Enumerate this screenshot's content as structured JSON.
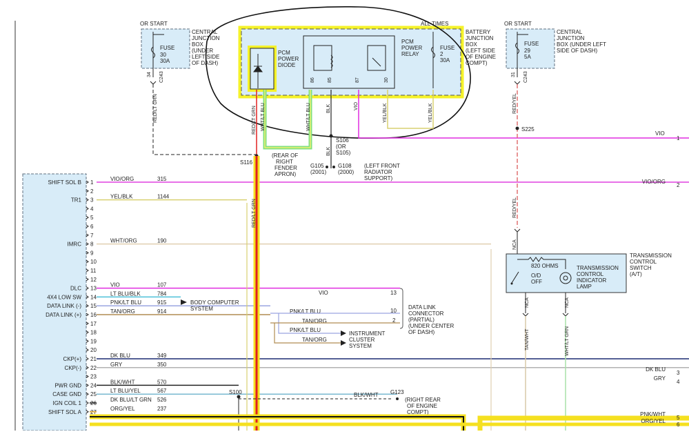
{
  "colors": {
    "vio": "#e02ce0",
    "vio_org": "#e040e0",
    "yel_blk": "#d8d070",
    "wht_org": "#e0cfb0",
    "lt_blu_blk": "#4cc0d8",
    "pnk_lt_blu": "#9aa4e0",
    "tan_org": "#b08c50",
    "dk_blu": "#1a2a70",
    "gry": "#b0b0b0",
    "red_lt_grn": "#e02020",
    "wht_lt_grn": "#a8e0a8",
    "tan_wht": "#d8c8a8",
    "highlight": "#f5f22a",
    "box_fill": "#d8ecf8",
    "box_edge": "#607080"
  },
  "top_left_junction": {
    "or_start": "OR START",
    "fuse_name": "FUSE",
    "fuse_num": "30",
    "fuse_amp": "30A",
    "box_label": [
      "CENTRAL",
      "JUNCTION",
      "BOX",
      "(UNDER",
      "LEFT SIDE",
      "OF DASH)"
    ],
    "pin": "34",
    "conn": "C243",
    "wire": "RED/LT GRN"
  },
  "battery_junction": {
    "all_times": "ALL TIMES",
    "diode_label": [
      "PCM",
      "POWER",
      "DIODE"
    ],
    "relay_label": [
      "PCM",
      "POWER",
      "RELAY"
    ],
    "fuse_name": "FUSE",
    "fuse_num": "2",
    "fuse_amp": "30A",
    "box_label": [
      "BATTERY",
      "JUNCTION",
      "BOX",
      "(LEFT SIDE",
      "OF ENGINE",
      "COMPT)"
    ],
    "pins": [
      "86",
      "85",
      "87",
      "30"
    ],
    "wires": [
      "RED/LT GRN",
      "WHT/LT BLU",
      "WHT/LT BLU",
      "BLK",
      "VIO",
      "YEL/BLK",
      "YEL/BLK"
    ]
  },
  "top_right_junction": {
    "or_start": "OR START",
    "fuse_name": "FUSE",
    "fuse_num": "29",
    "fuse_amp": "5A",
    "box_label": [
      "CENTRAL",
      "JUNCTION",
      "BOX (UNDER LEFT",
      "SIDE OF DASH)"
    ],
    "pin": "31",
    "conn": "C243",
    "wire": "RED/YEL",
    "splice": "S225",
    "splice_wire": "VIO"
  },
  "grounds": {
    "s116": "S116",
    "rear_fender": [
      "(REAR OF",
      "RIGHT",
      "FENDER",
      "APRON)"
    ],
    "s106": [
      "S106",
      "(OR",
      "S105)"
    ],
    "blk": "BLK",
    "g105": [
      "G105",
      "(2001)"
    ],
    "g108": [
      "G108",
      "(2000)"
    ],
    "radiator": [
      "(LEFT FRONT",
      "RADIATOR",
      "SUPPORT)"
    ]
  },
  "pcm_pins": [
    {
      "n": "1",
      "name": "SHIFT SOL B",
      "wire": "VIO/ORG",
      "circuit": "315"
    },
    {
      "n": "2",
      "name": "",
      "wire": "",
      "circuit": ""
    },
    {
      "n": "3",
      "name": "TR1",
      "wire": "YEL/BLK",
      "circuit": "1144"
    },
    {
      "n": "4",
      "name": "",
      "wire": "",
      "circuit": ""
    },
    {
      "n": "5",
      "name": "",
      "wire": "",
      "circuit": ""
    },
    {
      "n": "6",
      "name": "",
      "wire": "",
      "circuit": ""
    },
    {
      "n": "7",
      "name": "",
      "wire": "",
      "circuit": ""
    },
    {
      "n": "8",
      "name": "IMRC",
      "wire": "WHT/ORG",
      "circuit": "190"
    },
    {
      "n": "9",
      "name": "",
      "wire": "",
      "circuit": ""
    },
    {
      "n": "10",
      "name": "",
      "wire": "",
      "circuit": ""
    },
    {
      "n": "11",
      "name": "",
      "wire": "",
      "circuit": ""
    },
    {
      "n": "12",
      "name": "",
      "wire": "",
      "circuit": ""
    },
    {
      "n": "13",
      "name": "DLC",
      "wire": "VIO",
      "circuit": "107"
    },
    {
      "n": "14",
      "name": "4X4 LOW SW",
      "wire": "LT BLU/BLK",
      "circuit": "784"
    },
    {
      "n": "15",
      "name": "DATA LINK (-)",
      "wire": "PNK/LT BLU",
      "circuit": "915"
    },
    {
      "n": "16",
      "name": "DATA LINK (+)",
      "wire": "TAN/ORG",
      "circuit": "914"
    },
    {
      "n": "17",
      "name": "",
      "wire": "",
      "circuit": ""
    },
    {
      "n": "18",
      "name": "",
      "wire": "",
      "circuit": ""
    },
    {
      "n": "19",
      "name": "",
      "wire": "",
      "circuit": ""
    },
    {
      "n": "20",
      "name": "",
      "wire": "",
      "circuit": ""
    },
    {
      "n": "21",
      "name": "CKP(+)",
      "wire": "DK BLU",
      "circuit": "349"
    },
    {
      "n": "22",
      "name": "CKP(-)",
      "wire": "GRY",
      "circuit": "350"
    },
    {
      "n": "23",
      "name": "",
      "wire": "",
      "circuit": ""
    },
    {
      "n": "24",
      "name": "PWR GND",
      "wire": "BLK/WHT",
      "circuit": "570"
    },
    {
      "n": "25",
      "name": "CASE GND",
      "wire": "LT BLU/YEL",
      "circuit": "567"
    },
    {
      "n": "26",
      "name": "IGN COIL 1",
      "wire": "DK BLU/LT GRN",
      "circuit": "526"
    },
    {
      "n": "27",
      "name": "SHIFT SOL A",
      "wire": "ORG/YEL",
      "circuit": "237"
    }
  ],
  "mid_labels": {
    "body_computer": [
      "BODY COMPUTER",
      "SYSTEM"
    ],
    "dlc_vio": "VIO",
    "dlc_pin13": "13",
    "dlc_pin10": "10",
    "dlc_pin2": "2",
    "pnk": "PNK/LT BLU",
    "tan": "TAN/ORG",
    "pnk2": "PNK/LT BLU",
    "tan2": "TAN/ORG",
    "dlc_conn": [
      "DATA LINK",
      "CONNECTOR",
      "(PARTIAL)",
      "(UNDER CENTER",
      "OF DASH)"
    ],
    "cluster": [
      "INSTRUMENT",
      "CLUSTER",
      "SYSTEM"
    ],
    "s100": "S100",
    "blk_wht": "BLK/WHT",
    "g123": "G123",
    "rear_engine": [
      "(RIGHT REAR",
      "OF ENGINE",
      "COMPT)"
    ],
    "red_lt_grn_vert": "RED/LT GRN"
  },
  "tcs": {
    "nca_top": "NCA",
    "ohms": "820 OHMS",
    "od_off": [
      "O/D",
      "OFF"
    ],
    "indicator": [
      "TRANSMISSION",
      "CONTROL",
      "INDICATOR",
      "LAMP"
    ],
    "switch_label": [
      "TRANSMISSION",
      "CONTROL",
      "SWITCH",
      "(A/T)"
    ],
    "nca_l": "NCA",
    "nca_r": "NCA",
    "tan_wht": "TAN/WHT",
    "wht_lt_grn": "WHT/LT GRN",
    "red_yel_vert": "RED/YEL"
  },
  "right_edge": [
    {
      "n": "1",
      "wire": "VIO"
    },
    {
      "n": "2",
      "wire": "VIO/ORG"
    },
    {
      "n": "3",
      "wire": "DK BLU"
    },
    {
      "n": "4",
      "wire": "GRY"
    },
    {
      "n": "5",
      "wire": "PNK/WHT"
    },
    {
      "n": "6",
      "wire": "ORG/YEL"
    }
  ]
}
